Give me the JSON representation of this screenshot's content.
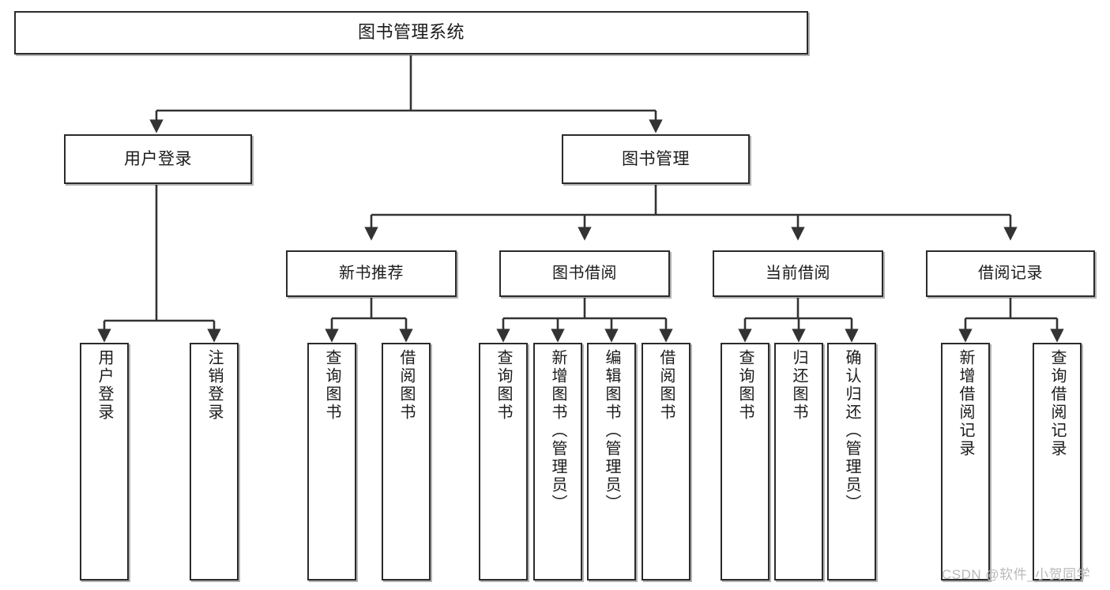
{
  "diagram": {
    "title": "图书管理系统",
    "type": "tree-hierarchy",
    "watermark": "CSDN @软件_小贺同学",
    "colors": {
      "box_border": "#2b2b2b",
      "box_fill": "#ffffff",
      "connector": "#333333",
      "text": "#1b1b1b",
      "watermark": "#b9b9b9"
    },
    "levels": {
      "root_label": "图书管理系统",
      "level2_labels": [
        "用户登录",
        "图书管理"
      ],
      "level3_labels": [
        "新书推荐",
        "图书借阅",
        "当前借阅",
        "借阅记录"
      ]
    },
    "nodes": {
      "root": {
        "label": "图书管理系统"
      },
      "user_login": {
        "label": "用户登录"
      },
      "book_manage": {
        "label": "图书管理"
      },
      "new_book_rec": {
        "label": "新书推荐"
      },
      "book_borrow": {
        "label": "图书借阅"
      },
      "current_borrow": {
        "label": "当前借阅"
      },
      "borrow_record": {
        "label": "借阅记录"
      }
    },
    "leaves": {
      "user_login": [
        {
          "label": "用户登录"
        },
        {
          "label": "注销登录"
        }
      ],
      "new_book_rec": [
        {
          "label": "查询图书"
        },
        {
          "label": "借阅图书"
        }
      ],
      "book_borrow": [
        {
          "label": "查询图书"
        },
        {
          "label": "新增图书（管理员）"
        },
        {
          "label": "编辑图书（管理员）"
        },
        {
          "label": "借阅图书"
        }
      ],
      "current_borrow": [
        {
          "label": "查询图书"
        },
        {
          "label": "归还图书"
        },
        {
          "label": "确认归还（管理员）"
        }
      ],
      "borrow_record": [
        {
          "label": "新增借阅记录"
        },
        {
          "label": "查询借阅记录"
        }
      ]
    }
  }
}
